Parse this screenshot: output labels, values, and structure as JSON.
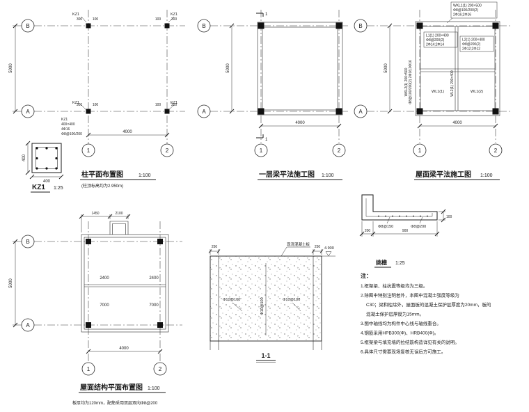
{
  "columnPlan": {
    "title": "柱平面布置图",
    "scale": "1:100",
    "subtitle": "(柱顶标高均为2.950m)",
    "axisB": "B",
    "axisA": "A",
    "axis1": "1",
    "axis2": "2",
    "col": "KZ1",
    "dimV": "5000",
    "dimH": "4000",
    "off300": "300",
    "off100": "100",
    "schedule": [
      "KZ1",
      "400×400",
      "4Φ16",
      "Φ8@100/200"
    ]
  },
  "kz1Detail": {
    "name": "KZ1",
    "scale": "1:25",
    "dim": "400"
  },
  "floorBeamPlan": {
    "title": "一层梁平法施工图",
    "scale": "1:100",
    "axisB": "B",
    "axisA": "A",
    "axis1": "1",
    "axis2": "2",
    "dimV": "5000",
    "dimH": "4000",
    "sectionMark": "1"
  },
  "roofBeamPlan": {
    "title": "屋面梁平法施工图",
    "scale": "1:100",
    "axisB": "B",
    "axisA": "A",
    "axis1": "1",
    "axis2": "2",
    "dimV": "5000",
    "dimH": "4000",
    "blockTop": [
      "WKL1(1) 200×500",
      "Φ8@100/200(2)",
      "2Φ16;2Φ16"
    ],
    "blockInner": [
      "L1(1) 200×400",
      "Φ8@200(2)",
      "2Φ14;2Φ14"
    ],
    "blockRight": [
      "L2(1) 200×400",
      "Φ8@200(2)",
      "2Φ12;2Φ12"
    ],
    "leftText1": "WKL2(1) 200×500",
    "leftText2": "Φ8@100/200(2) 2Φ16;2Φ16",
    "midBeamLabel": "WL2(1) 200×400",
    "slab1": "WL1(1)",
    "slab2": "WL1(2)"
  },
  "roofStructurePlan": {
    "title": "屋面结构平面布置图",
    "scale": "1:100",
    "note": "板厚均为120mm，配筋采用双层双向Φ8@200",
    "axisB": "B",
    "axisA": "A",
    "axis1": "1",
    "axis2": "2",
    "dimV": "5000",
    "dimH": "4000",
    "dimTop1": "1450",
    "dimTop2": "2100",
    "panelA": "2400",
    "panelB": "7000"
  },
  "section11": {
    "title": "1-1",
    "dimEdge": "250",
    "level": "4.900",
    "slabLabel": "现浇混凝土板",
    "rebar": "Φ10@100"
  },
  "eaveDetail": {
    "title": "挑檐",
    "scale": "1:25",
    "dim200": "200",
    "dim900": "900",
    "dim100": "100",
    "rebar1": "Φ8@150",
    "rebar2": "Φ8@200"
  },
  "notes": {
    "heading": "注：",
    "lines": [
      "1.框架梁、柱抗震等级均为三级。",
      "2.除图中特别注明者外，本图中混凝土强度等级为",
      "C30；梁和柱除外，屋面板的混凝土保护层厚度为20mm，板的",
      "混凝土保护层厚度为15mm。",
      "3.图中轴线均为构件中心线与轴线重合。",
      "4.钢筋采用HPB300(Φ)、HRB400(Φ)。",
      "5.框架梁与填充墙的拉结筋构造详见有关的说明。",
      "6.具体尺寸需要现场复核无误后方可施工。"
    ]
  }
}
